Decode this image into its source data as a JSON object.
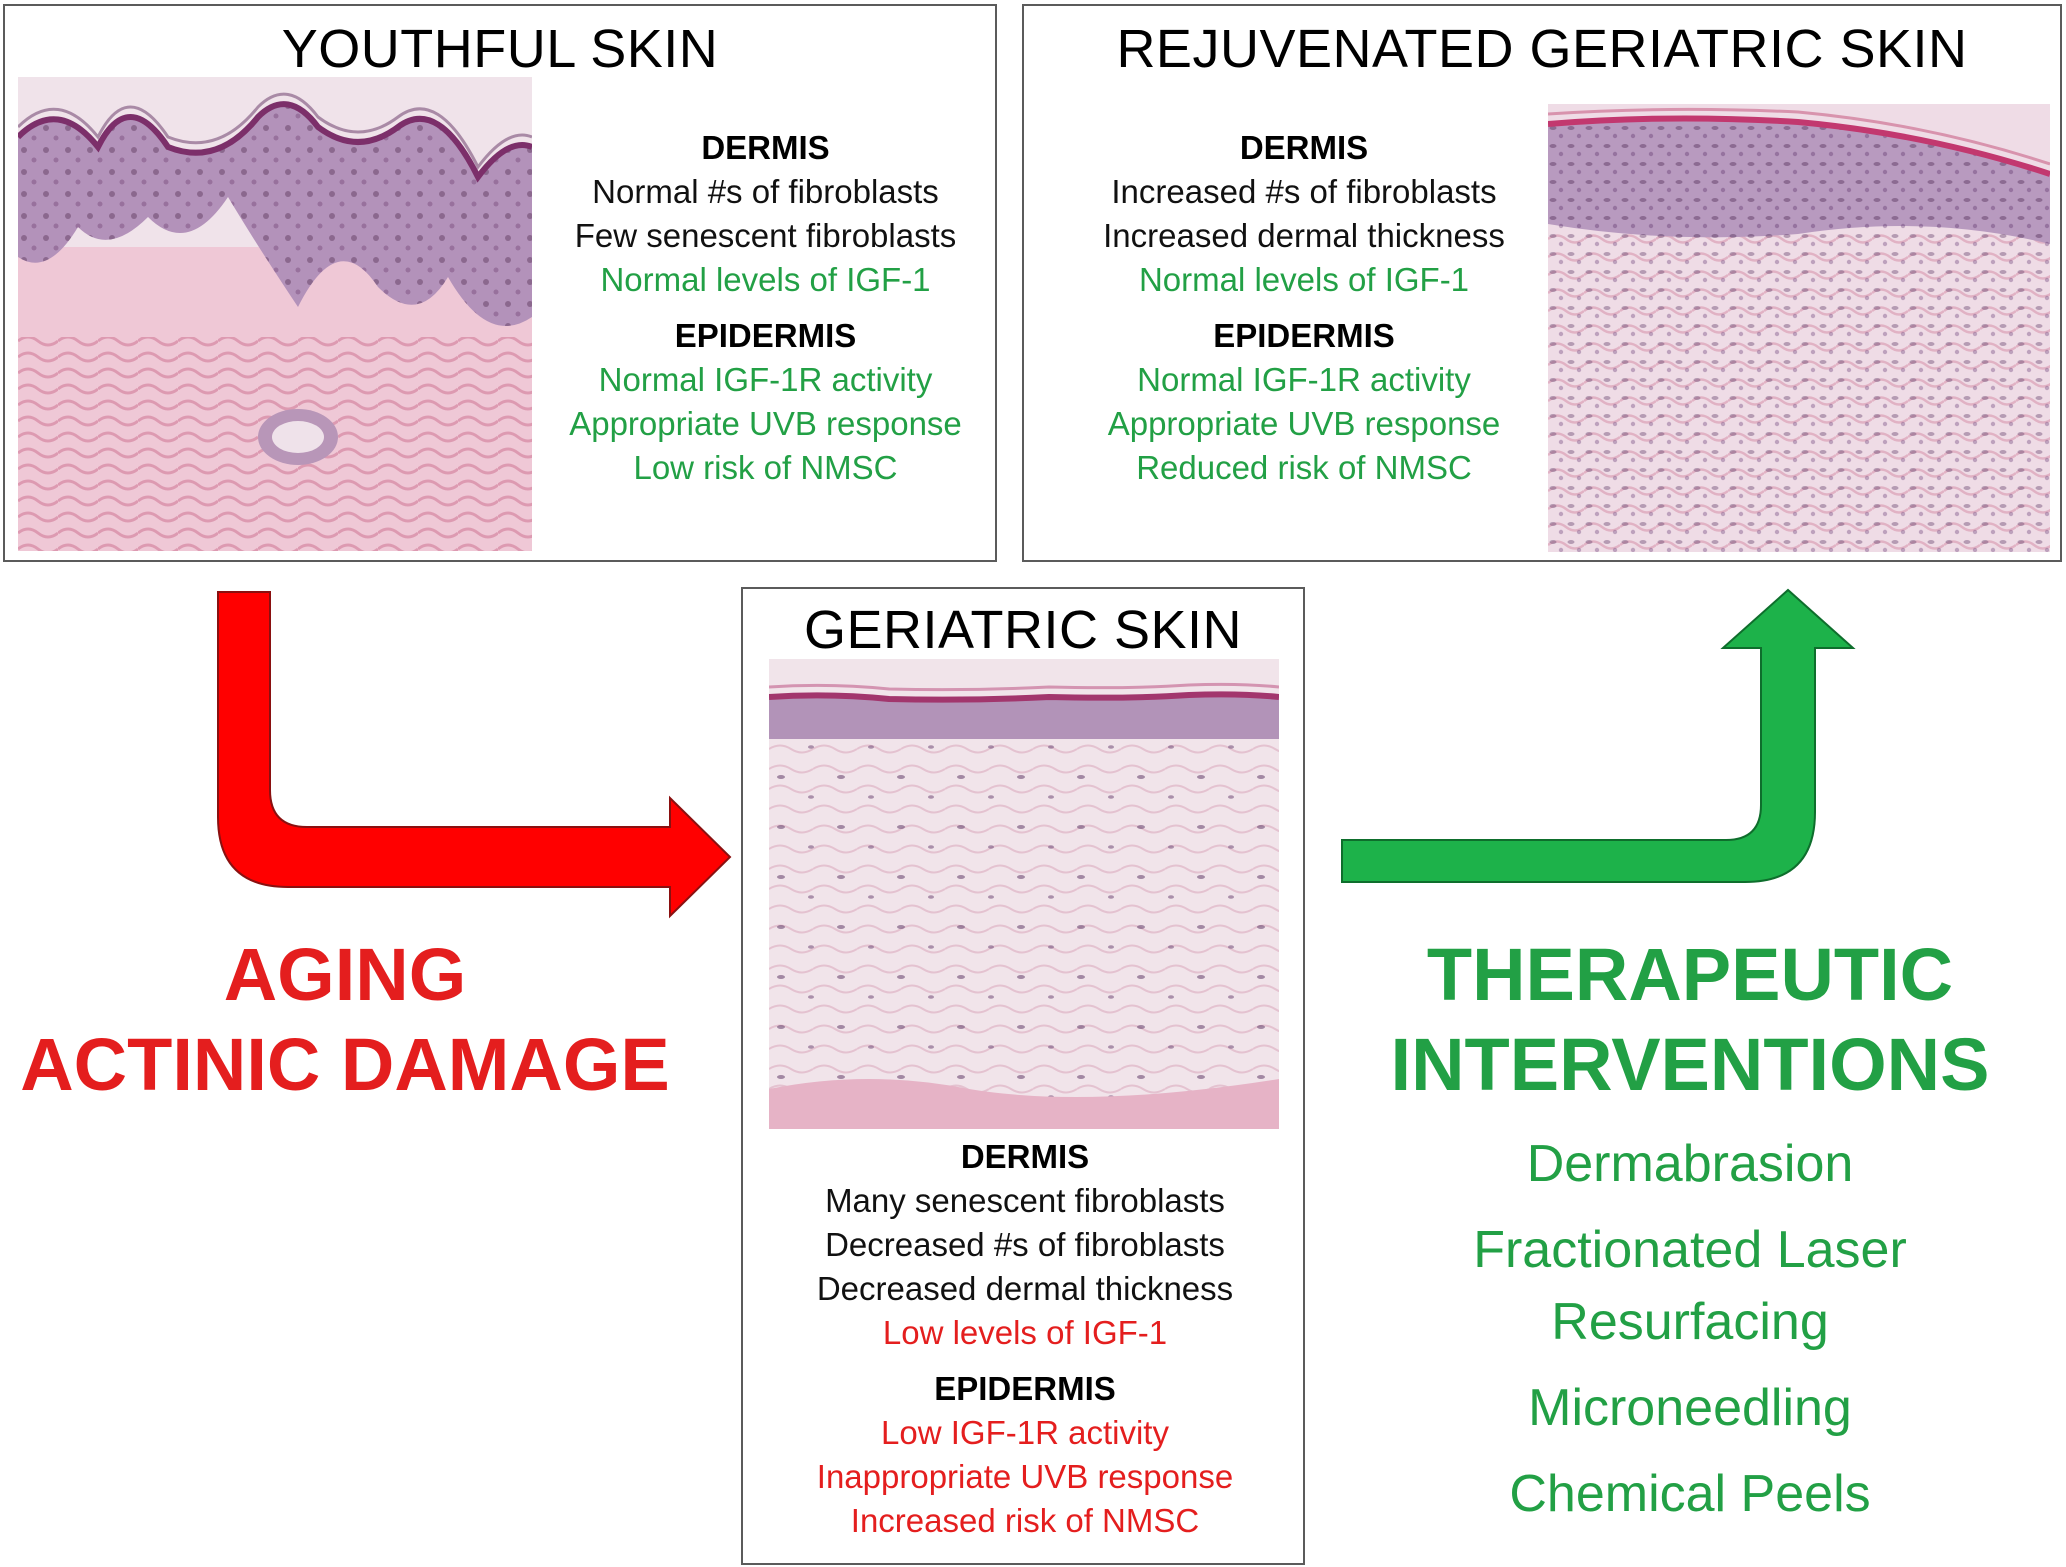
{
  "panels": {
    "youthful": {
      "title": "YOUTHFUL SKIN",
      "dermis_header": "DERMIS",
      "dermis_items": [
        {
          "text": "Normal #s of fibroblasts",
          "color": "black"
        },
        {
          "text": "Few senescent fibroblasts",
          "color": "black"
        },
        {
          "text": "Normal levels of IGF-1",
          "color": "green"
        }
      ],
      "epidermis_header": "EPIDERMIS",
      "epidermis_items": [
        {
          "text": "Normal IGF-1R activity",
          "color": "green"
        },
        {
          "text": "Appropriate UVB response",
          "color": "green"
        },
        {
          "text": "Low risk of NMSC",
          "color": "green"
        }
      ]
    },
    "rejuvenated": {
      "title": "REJUVENATED GERIATRIC SKIN",
      "dermis_header": "DERMIS",
      "dermis_items": [
        {
          "text": "Increased #s of fibroblasts",
          "color": "black"
        },
        {
          "text": "Increased dermal thickness",
          "color": "black"
        },
        {
          "text": "Normal levels of IGF-1",
          "color": "green"
        }
      ],
      "epidermis_header": "EPIDERMIS",
      "epidermis_items": [
        {
          "text": "Normal IGF-1R activity",
          "color": "green"
        },
        {
          "text": "Appropriate UVB response",
          "color": "green"
        },
        {
          "text": "Reduced risk of NMSC",
          "color": "green"
        }
      ]
    },
    "geriatric": {
      "title": "GERIATRIC SKIN",
      "dermis_header": "DERMIS",
      "dermis_items": [
        {
          "text": "Many senescent fibroblasts",
          "color": "black"
        },
        {
          "text": "Decreased #s of fibroblasts",
          "color": "black"
        },
        {
          "text": "Decreased dermal thickness",
          "color": "black"
        },
        {
          "text": "Low levels of IGF-1",
          "color": "red"
        }
      ],
      "epidermis_header": "EPIDERMIS",
      "epidermis_items": [
        {
          "text": "Low IGF-1R activity",
          "color": "red"
        },
        {
          "text": "Inappropriate UVB response",
          "color": "red"
        },
        {
          "text": "Increased risk of NMSC",
          "color": "red"
        }
      ]
    }
  },
  "aging_label": {
    "line1": "AGING",
    "line2": "ACTINIC DAMAGE"
  },
  "therapy_label": {
    "line1": "THERAPEUTIC",
    "line2": "INTERVENTIONS"
  },
  "therapies": [
    "Dermabrasion",
    "Fractionated Laser",
    "Resurfacing",
    "Microneedling",
    "Chemical Peels"
  ],
  "colors": {
    "red": "#e41e1e",
    "green": "#22a045",
    "border": "#5b5b5b",
    "stain_pink": "#e9c9d6",
    "stain_purple": "#8a5f86"
  },
  "icons": {
    "aging_arrow": "red-elbow-arrow-right",
    "therapy_arrow": "green-elbow-arrow-up"
  }
}
